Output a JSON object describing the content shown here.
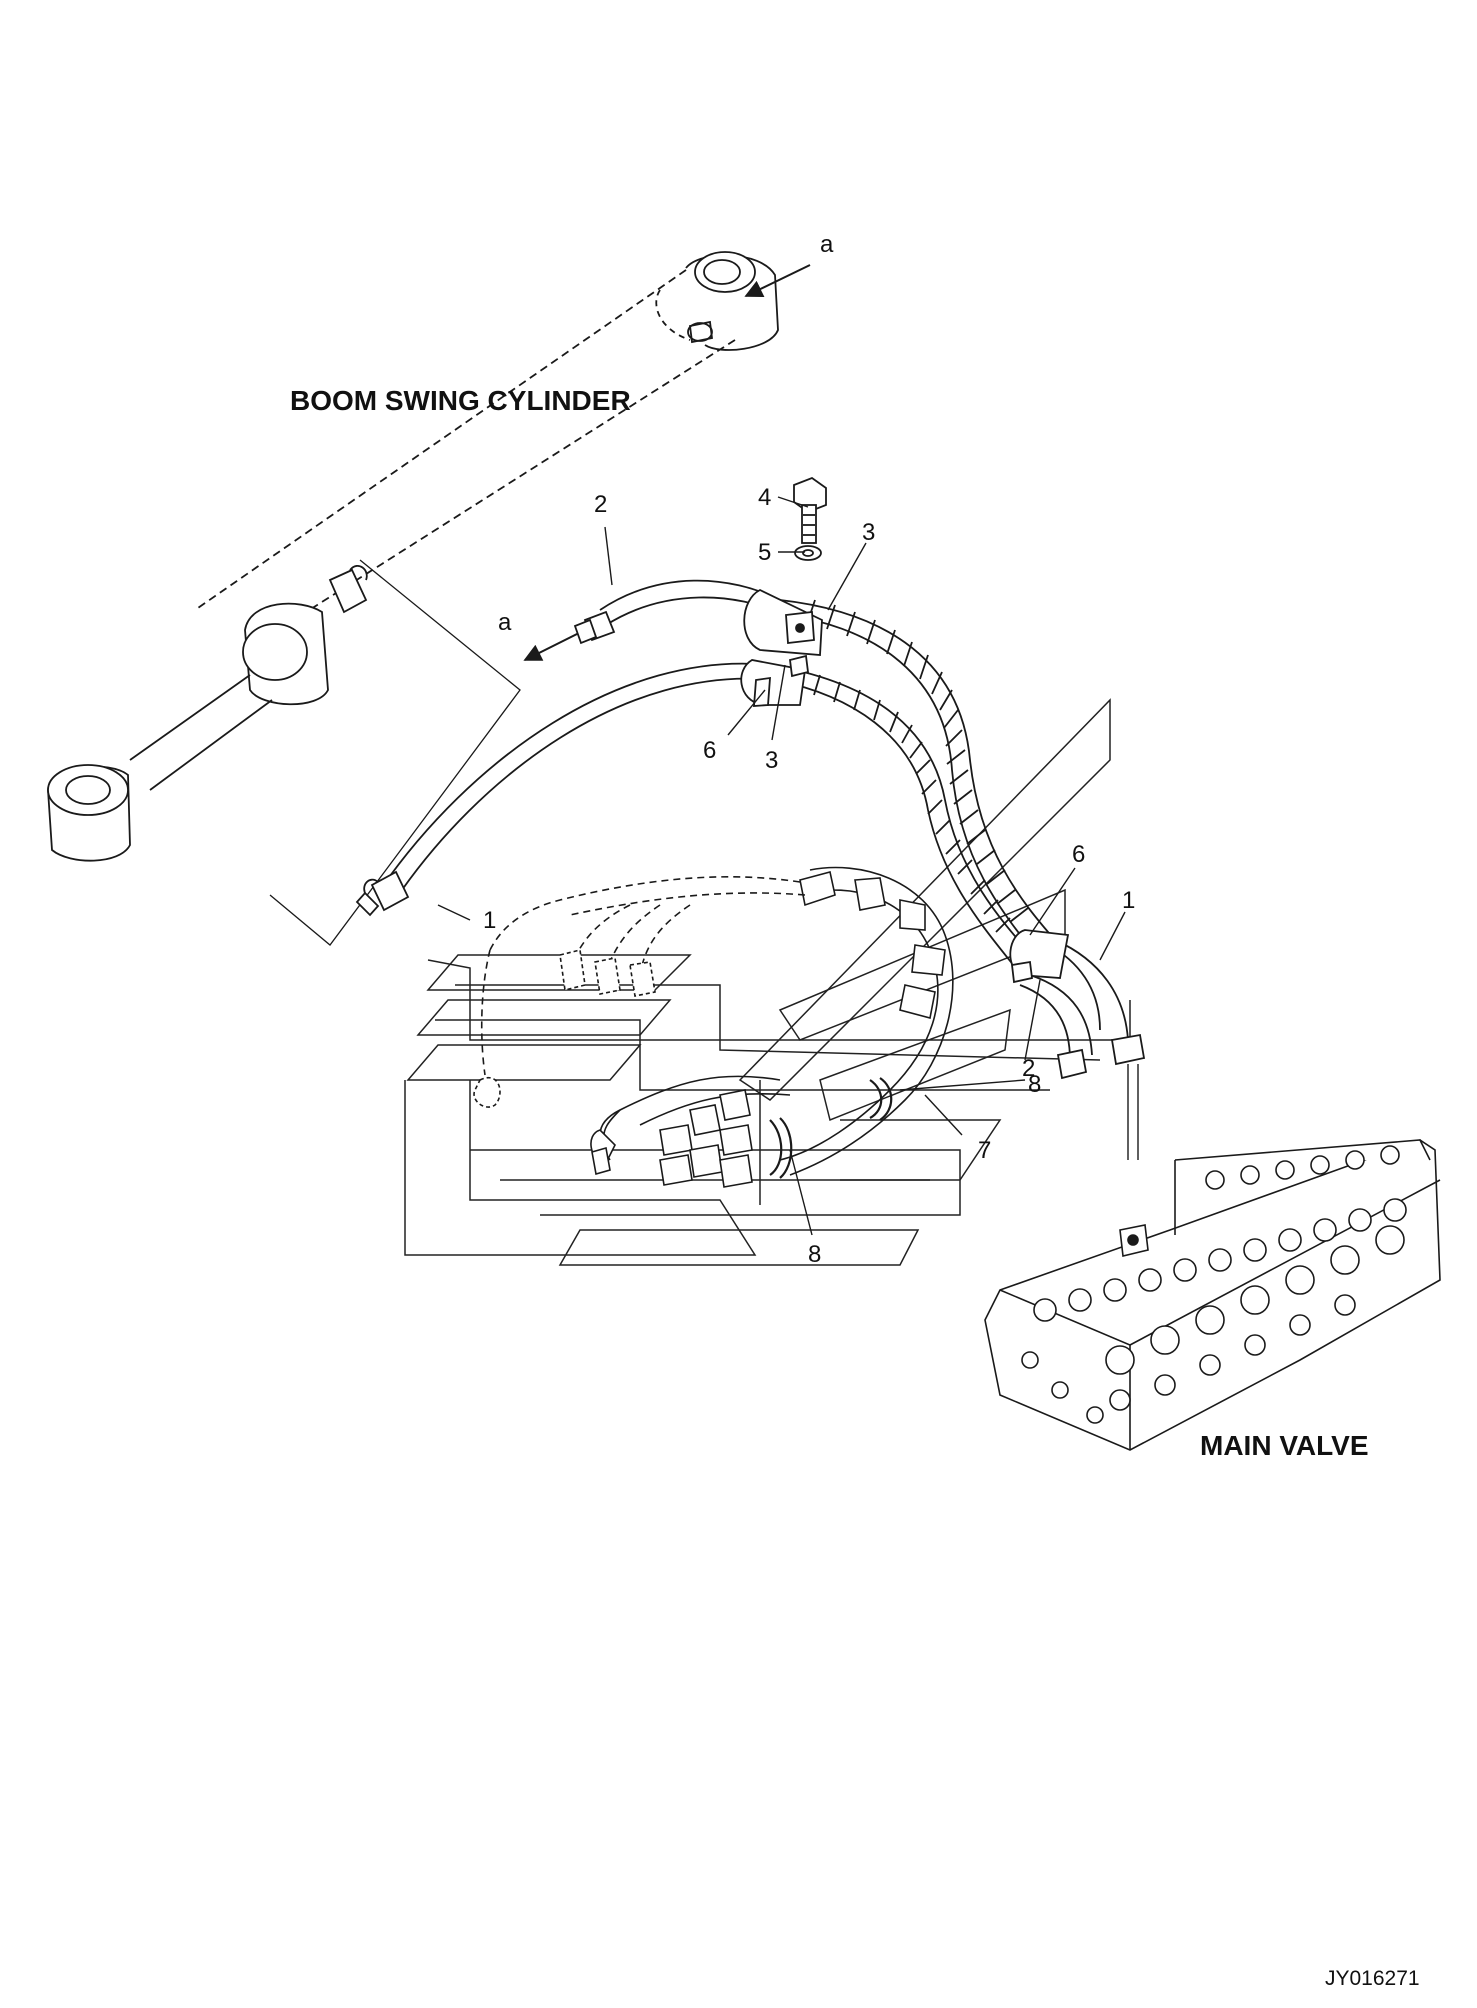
{
  "component_labels": {
    "cylinder": "BOOM SWING CYLINDER",
    "valve": "MAIN VALVE"
  },
  "reference_letters": {
    "a_top": "a",
    "a_left": "a"
  },
  "callouts": {
    "c4": "4",
    "c5": "5",
    "c2_top": "2",
    "c3_top": "3",
    "c6_left": "6",
    "c3_bottom": "3",
    "c1_left": "1",
    "c6_right": "6",
    "c1_right": "1",
    "c2_right": "2",
    "c8_upper": "8",
    "c7": "7",
    "c8_lower": "8"
  },
  "drawing_code": "JY016271",
  "colors": {
    "line": "#1a1a1a",
    "light_line": "#444444",
    "paper": "#ffffff"
  }
}
